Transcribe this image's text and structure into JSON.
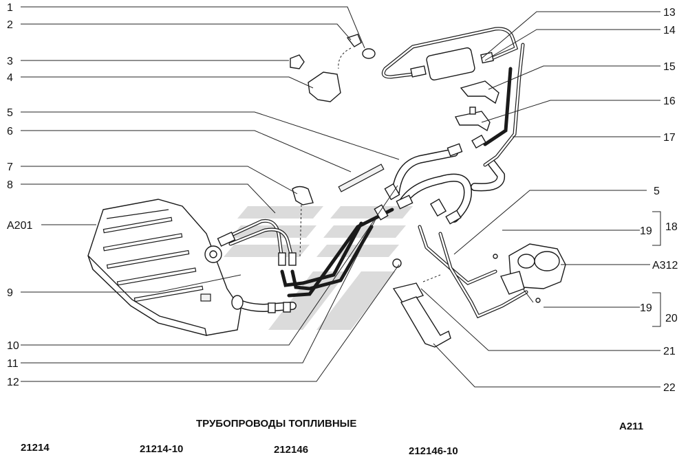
{
  "title": "ТРУБОПРОВОДЫ ТОПЛИВНЫЕ",
  "section_code": "A211",
  "models": [
    "21214",
    "21214-10",
    "212146",
    "212146-10"
  ],
  "left_callouts": [
    "1",
    "2",
    "3",
    "4",
    "5",
    "6",
    "7",
    "8",
    "A201",
    "9",
    "10",
    "11",
    "12"
  ],
  "right_callouts": [
    "13",
    "14",
    "15",
    "16",
    "17",
    "5",
    "19",
    "A312",
    "19",
    "21",
    "22"
  ],
  "group_labels": [
    "18",
    "20"
  ]
}
